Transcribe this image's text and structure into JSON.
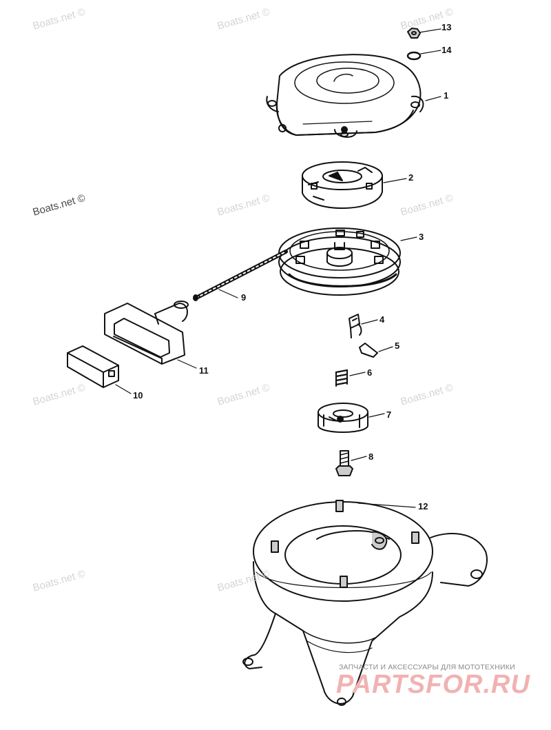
{
  "watermarks": [
    "Boats.net ©",
    "Boats.net ©",
    "Boats.net ©",
    "Boats.net ©",
    "Boats.net ©",
    "Boats.net ©",
    "Boats.net ©",
    "Boats.net ©",
    "Boats.net ©",
    "Boats.net ©",
    "Boats.net ©"
  ],
  "parts": [
    {
      "number": "1"
    },
    {
      "number": "2"
    },
    {
      "number": "3"
    },
    {
      "number": "4"
    },
    {
      "number": "5"
    },
    {
      "number": "6"
    },
    {
      "number": "7"
    },
    {
      "number": "8"
    },
    {
      "number": "9"
    },
    {
      "number": "10"
    },
    {
      "number": "11"
    },
    {
      "number": "12"
    },
    {
      "number": "13"
    },
    {
      "number": "14"
    }
  ],
  "branding": {
    "tagline": "ЗАПЧАСТИ И АКСЕССУАРЫ ДЛЯ МОТОТЕХНИКИ",
    "logo": "PARTSFOR.RU"
  },
  "colors": {
    "ink": "#111111",
    "watermark": "#d4d4d4",
    "logo": "#f1b2b2"
  }
}
